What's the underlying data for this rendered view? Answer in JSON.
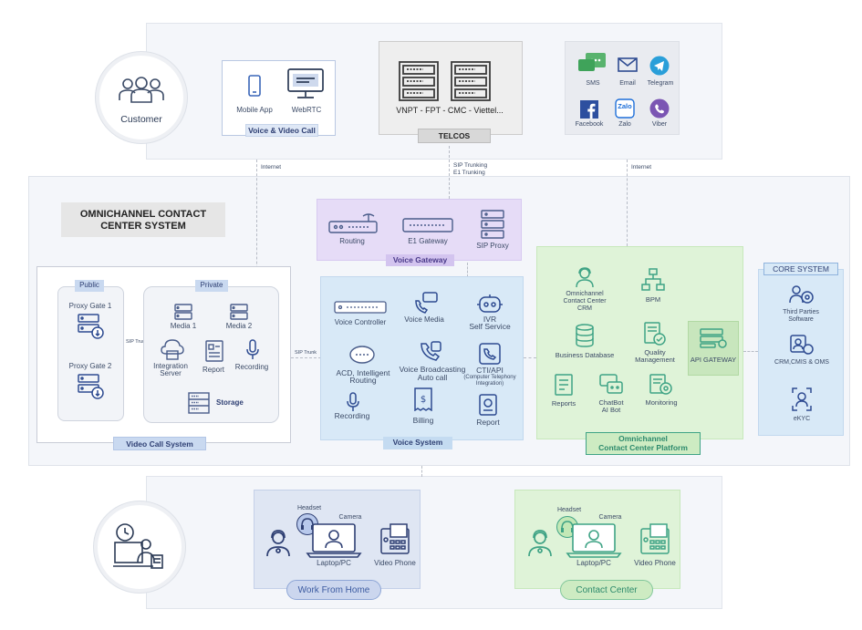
{
  "customer": {
    "label": "Customer"
  },
  "top": {
    "voice_video": {
      "title": "Voice & Video Call",
      "items": [
        "Mobile App",
        "WebRTC"
      ]
    },
    "telcos": {
      "title": "TELCOS",
      "providers": "VNPT - FPT - CMC - Viettel..."
    },
    "channels": [
      "SMS",
      "Email",
      "Telegram",
      "Facebook",
      "Zalo",
      "Viber"
    ]
  },
  "links": {
    "internet_left": "Internet",
    "sip_trunking": "SIP Trunking",
    "e1_trunking": "E1 Trunking",
    "internet_right": "Internet",
    "sip_trunk_1": "SIP Trunk",
    "sip_trunk_2": "SIP Trunk"
  },
  "system": {
    "title_line1": "OMNICHANNEL CONTACT",
    "title_line2": "CENTER SYSTEM"
  },
  "voice_gateway": {
    "title": "Voice Gateway",
    "items": [
      "Routing",
      "E1 Gateway",
      "SIP Proxy"
    ]
  },
  "video_call": {
    "title": "Video Call System",
    "public": {
      "title": "Public",
      "items": [
        "Proxy Gate 1",
        "Proxy Gate 2"
      ]
    },
    "private": {
      "title": "Private",
      "items": [
        "Media 1",
        "Media 2",
        "Integration",
        "Server",
        "Report",
        "Recording",
        "Storage"
      ]
    }
  },
  "voice_system": {
    "title": "Voice System",
    "items": [
      "Voice Controller",
      "Voice Media",
      "IVR",
      "Self Service",
      "ACD, Intelligent",
      "Routing",
      "Voice Broadcasting",
      "Auto call",
      "CTI/API",
      "(Computer Telephony",
      "Integration)",
      "Recording",
      "Billing",
      "Report"
    ]
  },
  "platform": {
    "title_line1": "Omnichannel",
    "title_line2": "Contact Center Platform",
    "items": [
      "Omnichannel",
      "Contact Center",
      "CRM",
      "BPM",
      "Business Database",
      "Quality",
      "Management",
      "API GATEWAY",
      "Reports",
      "ChatBot",
      "AI Bot",
      "Monitoring"
    ]
  },
  "core": {
    "title": "CORE SYSTEM",
    "items": [
      "Third Parties",
      "Software",
      "CRM,CMIS & OMS",
      "eKYC"
    ]
  },
  "wfh": {
    "title": "Work From Home",
    "items": [
      "Headset",
      "Camera",
      "Laptop/PC",
      "Video Phone"
    ]
  },
  "cc": {
    "title": "Contact Center",
    "items": [
      "Headset",
      "Camera",
      "Laptop/PC",
      "Video Phone"
    ]
  },
  "colors": {
    "purple": "#e6dcf7",
    "blue": "#d4e3f5",
    "green": "#dff3d8",
    "sky": "#d8e9f7",
    "teal": "#3fa385",
    "navy": "#2e3f73"
  }
}
